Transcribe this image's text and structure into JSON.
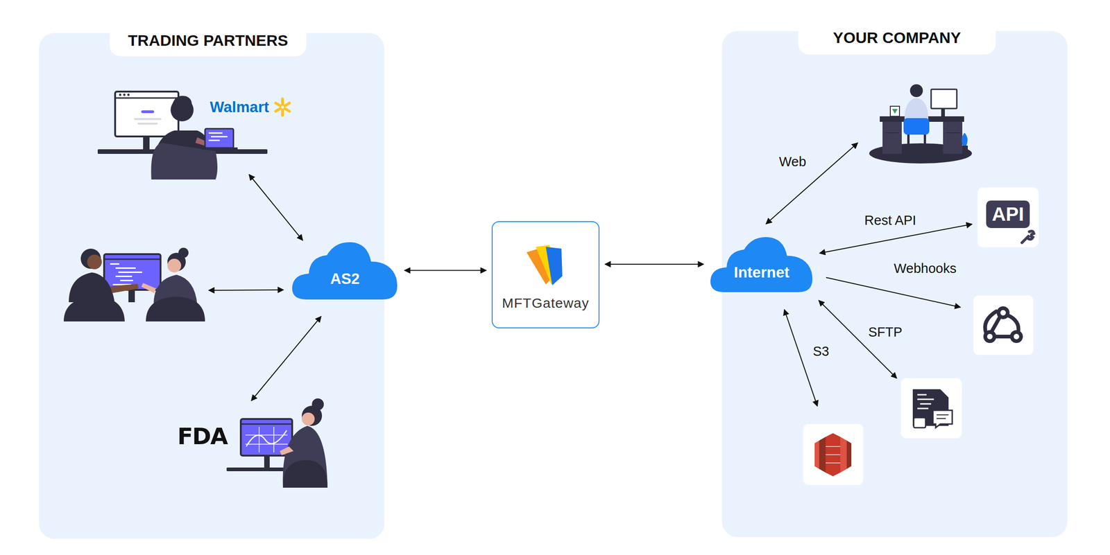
{
  "diagram": {
    "nodes": [
      {
        "text": [
          "TRADING PARTNERS"
        ]
      },
      {
        "text": [
          "AS2"
        ],
        "in": 0
      },
      {
        "text": [
          "MFTGateway"
        ]
      },
      {
        "text": [
          "YOUR COMPANY"
        ]
      },
      {
        "text": [
          "Internet"
        ],
        "in": 3
      },
      {
        "text": [
          "API"
        ],
        "in": 3
      }
    ],
    "edges": [
      {
        "from": 1,
        "to": 2,
        "arrow": "both"
      },
      {
        "from": 2,
        "to": 4,
        "arrow": "both"
      },
      {
        "from": 4,
        "to": 5,
        "label": "Rest API",
        "arrow": "both"
      }
    ],
    "labels": [
      "Walmart",
      "FDA",
      "Web",
      "Webhooks",
      "SFTP",
      "S3"
    ]
  }
}
